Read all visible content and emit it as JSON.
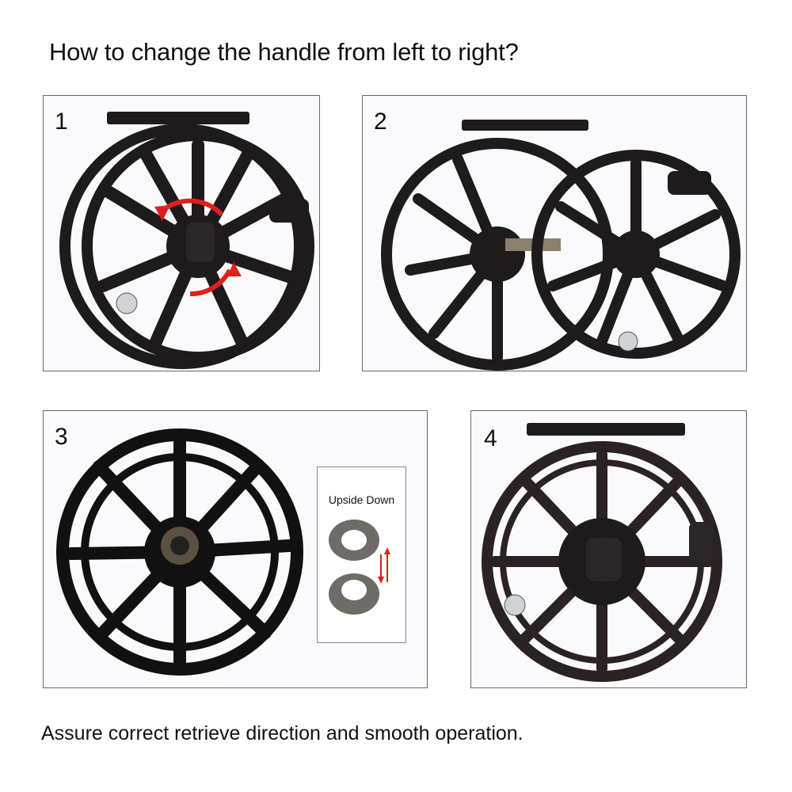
{
  "header": {
    "title": "How to change the handle from left to right?"
  },
  "panels": [
    {
      "number": "1",
      "description": "Fly reel with red rotation arrows on center knob"
    },
    {
      "number": "2",
      "description": "Fly reel with spool removed from frame"
    },
    {
      "number": "3",
      "description": "Spool with exposed clutch bearing"
    },
    {
      "number": "4",
      "description": "Reassembled fly reel with handle on right"
    }
  ],
  "inset": {
    "label": "Upside Down",
    "arrow_color": "#e0201c"
  },
  "footer": {
    "text": "Assure correct retrieve direction and smooth operation."
  },
  "colors": {
    "reel": "#1e1b1c",
    "accent_arrow": "#e0201c",
    "panel_border": "#6a6a6a"
  }
}
